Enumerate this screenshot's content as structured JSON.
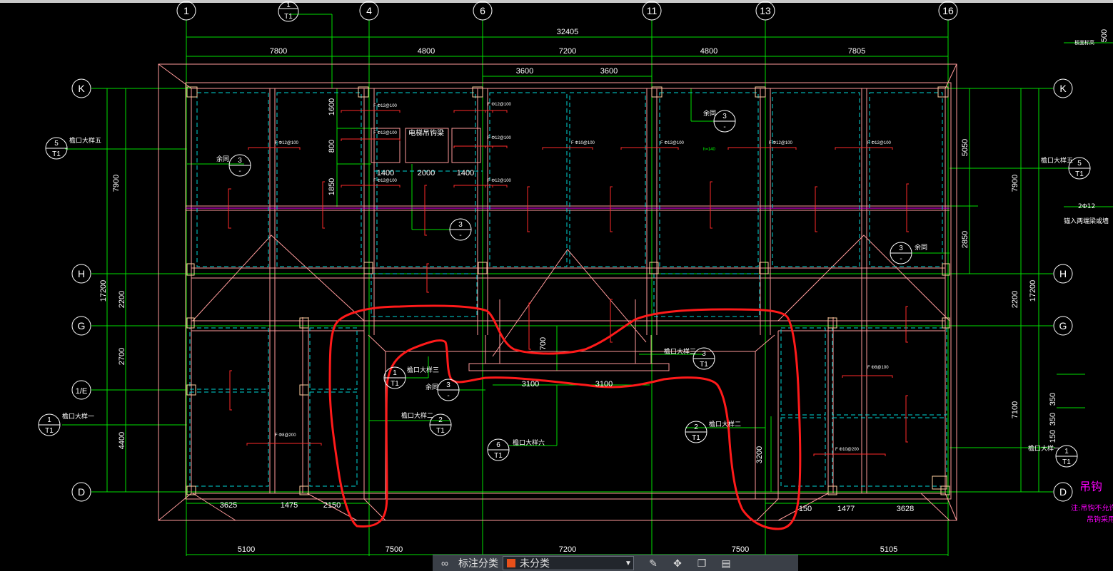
{
  "axes_top": [
    "1",
    "4",
    "6",
    "11",
    "13",
    "16"
  ],
  "axes_side": [
    "K",
    "H",
    "G",
    "1/E",
    "D"
  ],
  "dims": {
    "overall": "32405",
    "top_spans": [
      "7800",
      "4800",
      "7200",
      "4800",
      "7805"
    ],
    "mid_spans": [
      "3600",
      "3600"
    ],
    "bottom_spans": [
      "5100",
      "7500",
      "7200",
      "7500",
      "5105"
    ],
    "left_vert": [
      "7900",
      "2200",
      "2700",
      "4400"
    ],
    "left_total": "17200",
    "right_vert": [
      "5050",
      "2850",
      "2200",
      "7100",
      "3200"
    ],
    "right_total": "17200",
    "bottom_left": [
      "3625",
      "1475",
      "2150"
    ],
    "bottom_right": [
      "150",
      "1477",
      "3628"
    ],
    "inner": [
      "1400",
      "2000",
      "1400"
    ],
    "inner_v": [
      "1600",
      "800",
      "1850"
    ],
    "sub_3100": [
      "3100",
      "3100"
    ],
    "v_700": "700",
    "r_500": "500",
    "r_350": [
      "350",
      "350",
      "150"
    ]
  },
  "labels": {
    "detail5": "檐口大样五",
    "detail1": "檐口大样一",
    "detail2": "檐口大样二",
    "detail3": "檐口大样三",
    "detail6": "檐口大样六",
    "same": "余同",
    "elevator": "电梯吊钩梁",
    "right_2c12": "2Φ12",
    "right_note": "锚入两端梁或墙",
    "right_top": "板面标高",
    "note_title": "吊钩",
    "note_line1": "注:吊钩不允许采",
    "note_line2": "吊钩采用Ⅰ"
  },
  "rebar": {
    "f1": "F Φ12@100",
    "f2": "F Φ10@100",
    "f3": "F Φ8@200",
    "f4": "F Φ8@100",
    "f5": "F Φ10@200",
    "h": "h=140"
  },
  "bubbles": {
    "n1": "1",
    "n2": "2",
    "n3": "3",
    "n5": "5",
    "n6": "6",
    "t1": "T1",
    "dash": "-"
  },
  "toolbar": {
    "label": "标注分类",
    "category": "未分类"
  },
  "colors": {
    "grid": "#00e000",
    "beam": "#ff9a9a",
    "dashed": "#00d6d6",
    "rebar": "#ff2a2a",
    "text": "#ffffff",
    "green_text": "#00ff00",
    "highlight": "#ff1a1a",
    "magenta": "#ff00ff"
  }
}
